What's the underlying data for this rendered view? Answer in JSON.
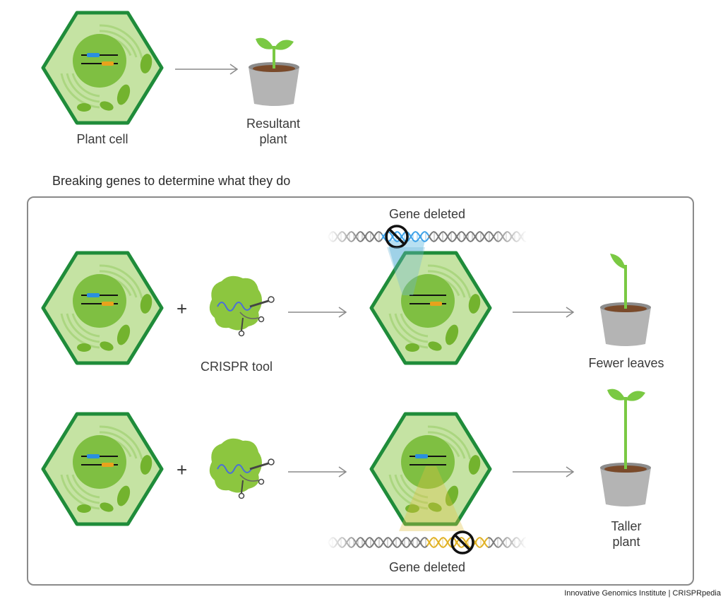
{
  "colors": {
    "cell_border": "#1f8c3a",
    "cell_fill": "#c5e3a3",
    "nucleus": "#7fbf42",
    "organelle": "#73b32e",
    "gene_blue": "#2a8fe0",
    "gene_orange": "#e8a21c",
    "pot": "#b4b4b4",
    "soil": "#7a4a2a",
    "sprout": "#7ac943",
    "arrow": "#8a8a8a",
    "dna_gray": "#777777",
    "dna_blue": "#3aa0e8",
    "dna_gold": "#e0b020"
  },
  "intro": {
    "cell_label": "Plant cell",
    "plant_label_line1": "Resultant",
    "plant_label_line2": "plant"
  },
  "section": {
    "title": "Breaking genes to determine what they do"
  },
  "rows": [
    {
      "plus": "+",
      "tool_label": "CRISPR tool",
      "deleted_label": "Gene deleted",
      "deleted_gene": "blue",
      "result_line1": "Fewer leaves",
      "result_line2": ""
    },
    {
      "plus": "+",
      "tool_label": "",
      "deleted_label": "Gene deleted",
      "deleted_gene": "orange",
      "result_line1": "Taller",
      "result_line2": "plant"
    }
  ],
  "credit": "Innovative Genomics Institute | CRISPRpedia"
}
